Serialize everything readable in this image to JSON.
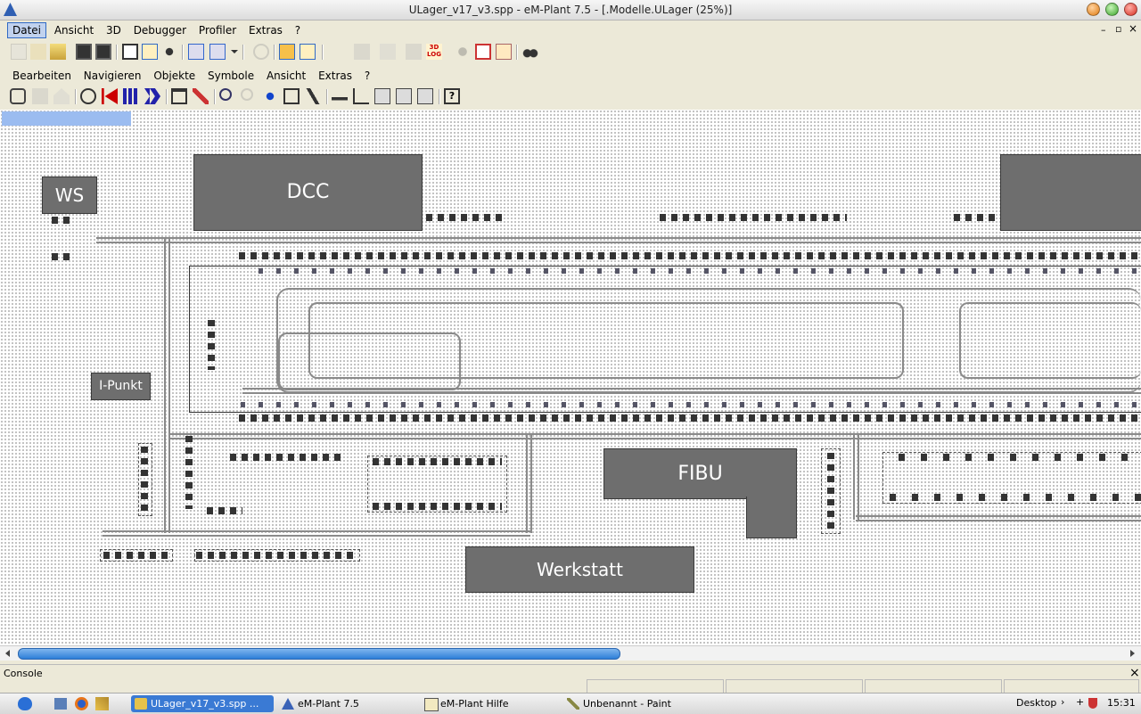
{
  "window": {
    "title": "ULager_v17_v3.spp - eM-Plant 7.5 - [.Modelle.ULager  (25%)]"
  },
  "main_menu": [
    "Datei",
    "Ansicht",
    "3D",
    "Debugger",
    "Profiler",
    "Extras",
    "?"
  ],
  "mdi_controls": [
    "–",
    "▫",
    "×"
  ],
  "model_menu": [
    "Bearbeiten",
    "Navigieren",
    "Objekte",
    "Symbole",
    "Ansicht",
    "Extras",
    "?"
  ],
  "canvas": {
    "blocks": {
      "ws": "WS",
      "dcc": "DCC",
      "ipunkt": "I-Punkt",
      "fibu": "FIBU",
      "werkstatt": "Werkstatt"
    }
  },
  "console": {
    "label": "Console",
    "close": "×"
  },
  "taskbar": {
    "items": [
      "ULager_v17_v3.spp ...",
      "eM-Plant 7.5",
      "eM-Plant Hilfe",
      "Unbenannt - Paint"
    ],
    "desktop": "Desktop",
    "clock": "15:31"
  },
  "colors": {
    "accent": "#316ac5",
    "block_fill": "#6e6e6e",
    "scroll_thumb": "#2d7fd8"
  }
}
